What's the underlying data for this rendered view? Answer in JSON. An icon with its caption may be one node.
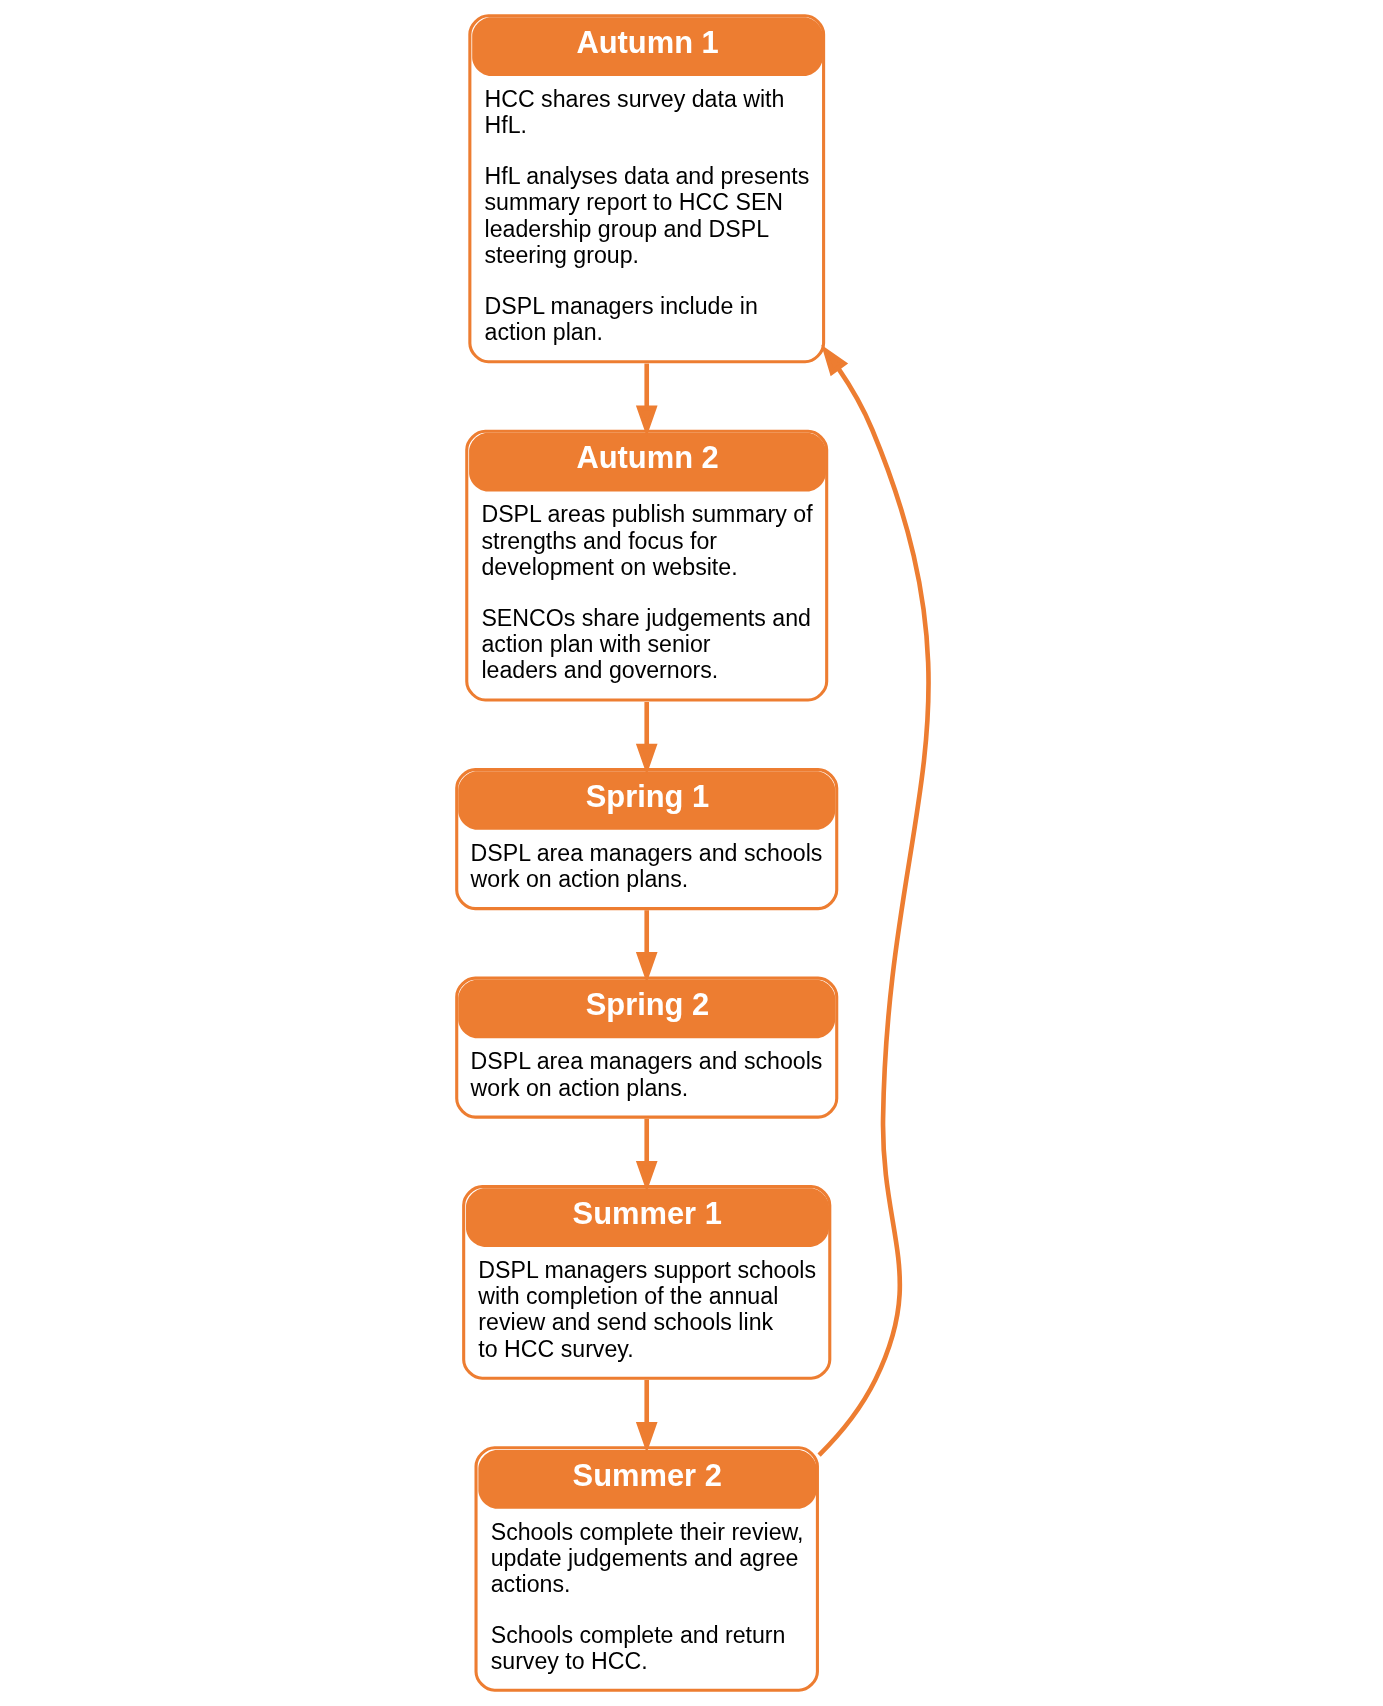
{
  "diagram": {
    "nodes": [
      {
        "text": [
          "Autumn 1",
          "HCC shares survey data with HfL.",
          "HfL analyses data and presents summary report to HCC SEN leadership group and DSPL steering group.",
          "DSPL managers include in action plan."
        ]
      },
      {
        "text": [
          "Autumn 2",
          "DSPL areas publish summary of strengths and focus for development on website.",
          "SENCOs share judgements and action plan with senior leaders and governors."
        ]
      },
      {
        "text": [
          "Spring 1",
          "DSPL area managers and schools work on action plans."
        ]
      },
      {
        "text": [
          "Spring 2",
          "DSPL area managers and schools work on action plans."
        ]
      },
      {
        "text": [
          "Summer 1",
          "DSPL managers support schools with completion of the annual review and send schools link to HCC survey."
        ]
      },
      {
        "text": [
          "Summer 2",
          "Schools complete their review, update judgements and agree actions.",
          "Schools complete and return survey to HCC."
        ]
      }
    ],
    "edges": [
      {
        "from": 0,
        "to": 1,
        "arrow": "to"
      },
      {
        "from": 1,
        "to": 2,
        "arrow": "to"
      },
      {
        "from": 2,
        "to": 3,
        "arrow": "to"
      },
      {
        "from": 3,
        "to": 4,
        "arrow": "to"
      },
      {
        "from": 4,
        "to": 5,
        "arrow": "to"
      },
      {
        "from": 5,
        "to": 0,
        "arrow": "to"
      }
    ]
  }
}
